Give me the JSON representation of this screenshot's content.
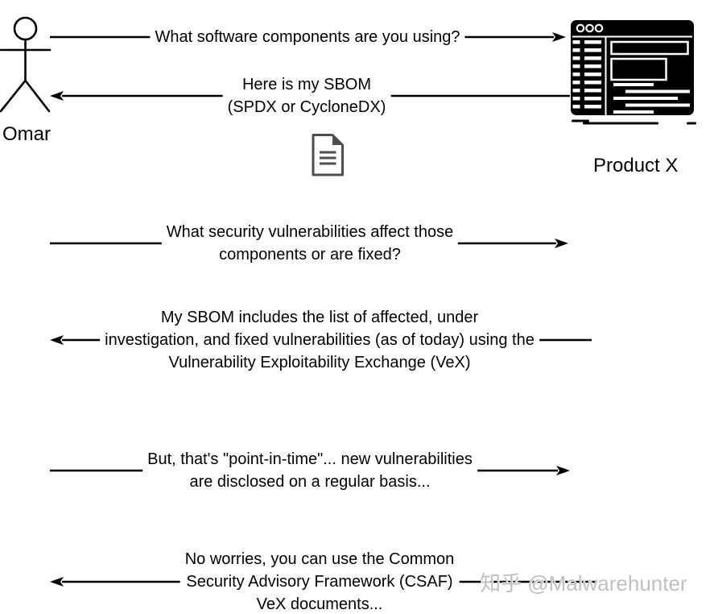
{
  "diagram": {
    "actors": {
      "left": {
        "name": "Omar",
        "icon": "stick-figure-icon"
      },
      "right": {
        "name": "Product X",
        "icon": "browser-window-icon"
      }
    },
    "attachment": {
      "icon": "document-icon"
    },
    "messages": [
      {
        "direction": "right",
        "lines": [
          "What software components are you using?"
        ]
      },
      {
        "direction": "left",
        "lines": [
          "Here is my SBOM",
          "(SPDX or CycloneDX)"
        ]
      },
      {
        "direction": "right",
        "lines": [
          "What security vulnerabilities affect those",
          "components or are fixed?"
        ]
      },
      {
        "direction": "left",
        "lines": [
          "My SBOM includes the list of affected, under",
          "investigation, and fixed vulnerabilities (as of today) using the",
          "Vulnerability Exploitability Exchange (VeX)"
        ]
      },
      {
        "direction": "right",
        "lines": [
          "But, that's \"point-in-time\"... new vulnerabilities",
          "are disclosed on a regular basis..."
        ]
      },
      {
        "direction": "left",
        "lines": [
          "No worries, you can use the Common",
          "Security Advisory Framework (CSAF)",
          "VeX documents..."
        ]
      }
    ],
    "watermark": {
      "text": "知乎 @Malwarehunter",
      "color": "#c0c0c0"
    },
    "colors": {
      "line": "#000000",
      "text": "#000000",
      "document_icon": "#4d4d4d",
      "product_icon": "#000000",
      "background": "#ffffff"
    }
  }
}
